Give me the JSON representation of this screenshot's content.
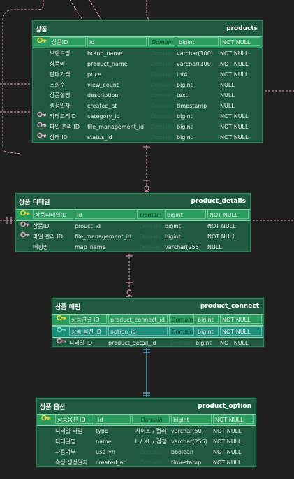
{
  "colors": {
    "background": "#1f1f1f",
    "entity_fill": "#1f5a3f",
    "pk_row": "#2a9c5e",
    "fk_line": "#e8a6c8",
    "link_line": "#6cc3df"
  },
  "entities": {
    "products": {
      "logical": "상품",
      "physical": "products",
      "rows": [
        {
          "key": "pk",
          "name": "상품ID",
          "column": "id",
          "domain": "Domain",
          "type": "bigint",
          "null": "NOT NULL"
        },
        {
          "key": "",
          "name": "브랜드명",
          "column": "brand_name",
          "domain": "Domain",
          "type": "varchar(100)",
          "null": "NOT NULL"
        },
        {
          "key": "",
          "name": "상품명",
          "column": "product_name",
          "domain": "Domain",
          "type": "varchar(100)",
          "null": "NOT NULL"
        },
        {
          "key": "",
          "name": "판매가격",
          "column": "price",
          "domain": "Domain",
          "type": "int4",
          "null": "NOT NULL"
        },
        {
          "key": "",
          "name": "조회수",
          "column": "view_count",
          "domain": "Domain",
          "type": "bigint",
          "null": "NULL"
        },
        {
          "key": "",
          "name": "상품설명",
          "column": "description",
          "domain": "Domain",
          "type": "text",
          "null": "NULL"
        },
        {
          "key": "",
          "name": "생성일자",
          "column": "created_at",
          "domain": "Domain",
          "type": "timestamp",
          "null": "NULL"
        },
        {
          "key": "fk",
          "name": "카테고리ID",
          "column": "category_id",
          "domain": "Domain",
          "type": "bigint",
          "null": "NOT NULL"
        },
        {
          "key": "fk",
          "name": "파일 관리 ID",
          "column": "file_management_id",
          "domain": "Domain",
          "type": "bigint",
          "null": "NOT NULL"
        },
        {
          "key": "fk",
          "name": "상태 ID",
          "column": "status_id",
          "domain": "Domain",
          "type": "bigint",
          "null": "NOT NULL"
        }
      ]
    },
    "product_details": {
      "logical": "상품 디테일",
      "physical": "product_details",
      "rows": [
        {
          "key": "pk",
          "name": "상품디테일ID",
          "column": "id",
          "domain": "Domain",
          "type": "bigint",
          "null": "NOT NULL"
        },
        {
          "key": "fk",
          "name": "상품ID",
          "column": "prouct_id",
          "domain": "Domain",
          "type": "bigint",
          "null": "NOT NULL"
        },
        {
          "key": "fk",
          "name": "파일 관리 ID",
          "column": "file_management_id",
          "domain": "Domain",
          "type": "bigint",
          "null": "NOT NULL"
        },
        {
          "key": "",
          "name": "매핑명",
          "column": "map_name",
          "domain": "Domain",
          "type": "varchar(255)",
          "null": "NULL"
        }
      ]
    },
    "product_connect": {
      "logical": "상품 매핑",
      "physical": "product_connect",
      "rows": [
        {
          "key": "pk",
          "name": "상품연결 ID",
          "column": "product_connect_id",
          "domain": "Domain",
          "type": "bigint",
          "null": "NOT NULL"
        },
        {
          "key": "pkfk",
          "name": "상품 옵션 ID",
          "column": "option_id",
          "domain": "Domain",
          "type": "bigint",
          "null": "NOT NULL"
        },
        {
          "key": "fk",
          "name": "디테일 ID",
          "column": "product_detail_id",
          "domain": "Domain",
          "type": "bigint",
          "null": "NOT NULL"
        }
      ]
    },
    "product_option": {
      "logical": "상품 옵션",
      "physical": "product_option",
      "rows": [
        {
          "key": "pk",
          "name": "상품옵션 ID",
          "column": "id",
          "domain": "Domain",
          "type": "bigint",
          "null": "NOT NULL"
        },
        {
          "key": "",
          "name": "디테일 타입",
          "column": "type",
          "domain": "사이즈 / 컬러",
          "type": "varchar(50)",
          "null": "NOT NULL"
        },
        {
          "key": "",
          "name": "디테일명",
          "column": "name",
          "domain": "L / XL / 검정",
          "type": "varchar(255)",
          "null": "NOT NULL"
        },
        {
          "key": "",
          "name": "사용여부",
          "column": "use_yn",
          "domain": "Domain",
          "type": "boolean",
          "null": "NOT NULL"
        },
        {
          "key": "",
          "name": "속성 생성일자",
          "column": "created_at",
          "domain": "Domain",
          "type": "timestamp",
          "null": "NOT NULL"
        }
      ]
    }
  }
}
